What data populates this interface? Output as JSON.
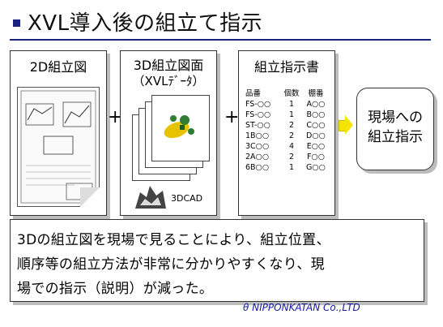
{
  "slide": {
    "title": "XVL導入後の組立て指示"
  },
  "panels": {
    "p1": {
      "title": "2D組立図"
    },
    "p2": {
      "title": "3D組立図面",
      "subtitle": "（XVLﾃﾞｰﾀ）",
      "cad_label": "3DCAD"
    },
    "p3": {
      "title": "組立指示書",
      "headers": [
        "品番",
        "個数",
        "棚番"
      ],
      "rows": [
        [
          "FS-○○",
          "1",
          "A○○"
        ],
        [
          "FS-○○",
          "1",
          "B○○"
        ],
        [
          "ST-○○",
          "2",
          "C○○"
        ],
        [
          "1B○○",
          "2",
          "D○○"
        ],
        [
          "3C○○",
          "4",
          "E○○"
        ],
        [
          "2A○○",
          "2",
          "F○○"
        ],
        [
          "6B○○",
          "1",
          "G○○"
        ]
      ]
    }
  },
  "operators": {
    "plus1": "+",
    "plus2": "+"
  },
  "result": {
    "line1": "現場への",
    "line2": "組立指示"
  },
  "description": {
    "line1": "3Dの組立図を現場で見ることにより、組立位置、",
    "line2": "順序等の組立方法が非常に分かりやすくなり、現",
    "line3": "場での指示（説明）が減った。"
  },
  "footer": {
    "company": "θ NIPPONKATAN Co.,LTD"
  },
  "colors": {
    "accent": "#1a237e",
    "arrow": "#f5e400"
  }
}
